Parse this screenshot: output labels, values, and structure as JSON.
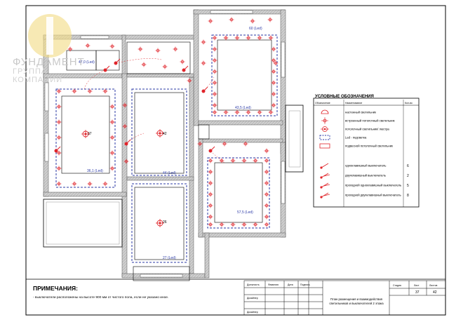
{
  "logo": {
    "brand": "ФУНДАМЕНТ",
    "sub": "ГРУППА КОМПАНИЙ"
  },
  "legend": {
    "title": "УСЛОВНЫЕ ОБОЗНАЧЕНИЯ",
    "col_symbol": "Обозначение",
    "col_name": "Наименование",
    "col_qty": "Кол-во",
    "rows": [
      {
        "name": "настенный светильник",
        "qty": ""
      },
      {
        "name": "встроенный потолочный светильник",
        "qty": ""
      },
      {
        "name": "потолочный светильник/ люстра",
        "qty": ""
      },
      {
        "name": "Led - подсветка",
        "qty": ""
      },
      {
        "name": "подвесной потолочный светильник",
        "qty": ""
      },
      {
        "name": "одноклавишный выключатель",
        "qty": "6"
      },
      {
        "name": "двухклавишный выключатель",
        "qty": "2"
      },
      {
        "name": "проходной одноклавишный выключатель",
        "qty": "5"
      },
      {
        "name": "проходной двухклавишный выключатель",
        "qty": "8"
      }
    ]
  },
  "notes": {
    "title": "ПРИМЕЧАНИЯ:",
    "text": "- выключатели расположены на высоте 900 мм от чистого пола, если не указано иное."
  },
  "title_block": {
    "left_labels": [
      "Должность",
      "Фамилия",
      "Дата",
      "Подпись"
    ],
    "rows": [
      "Дизайнер",
      "Дизайнер"
    ],
    "description": "План размещения и взаимодействия светильников и выключателей 2 этажа",
    "stage_label": "Стадия",
    "sheet_label": "Лист",
    "sheets_label": "Листов",
    "sheet": "37",
    "sheets": "42"
  },
  "rooms": [
    {
      "id": "room1",
      "area": "36,1 (Led)",
      "lamp": "37"
    },
    {
      "id": "room2",
      "area": "44 (Led)",
      "lamp": "42"
    },
    {
      "id": "room3",
      "area": "27 (Led)",
      "lamp": "26"
    },
    {
      "id": "room4",
      "area": "43,5 (Led)",
      "lamp": ""
    },
    {
      "id": "room5",
      "area": "57,5 (Led)",
      "lamp": ""
    },
    {
      "id": "room6",
      "area": "47,0 (Led)",
      "lamp": ""
    }
  ],
  "room_tags": [
    "60 (Led)"
  ],
  "colors": {
    "line": "#000000",
    "wall": "#bdbdbd",
    "light": "#e0242a",
    "led": "#2b3aa6"
  }
}
